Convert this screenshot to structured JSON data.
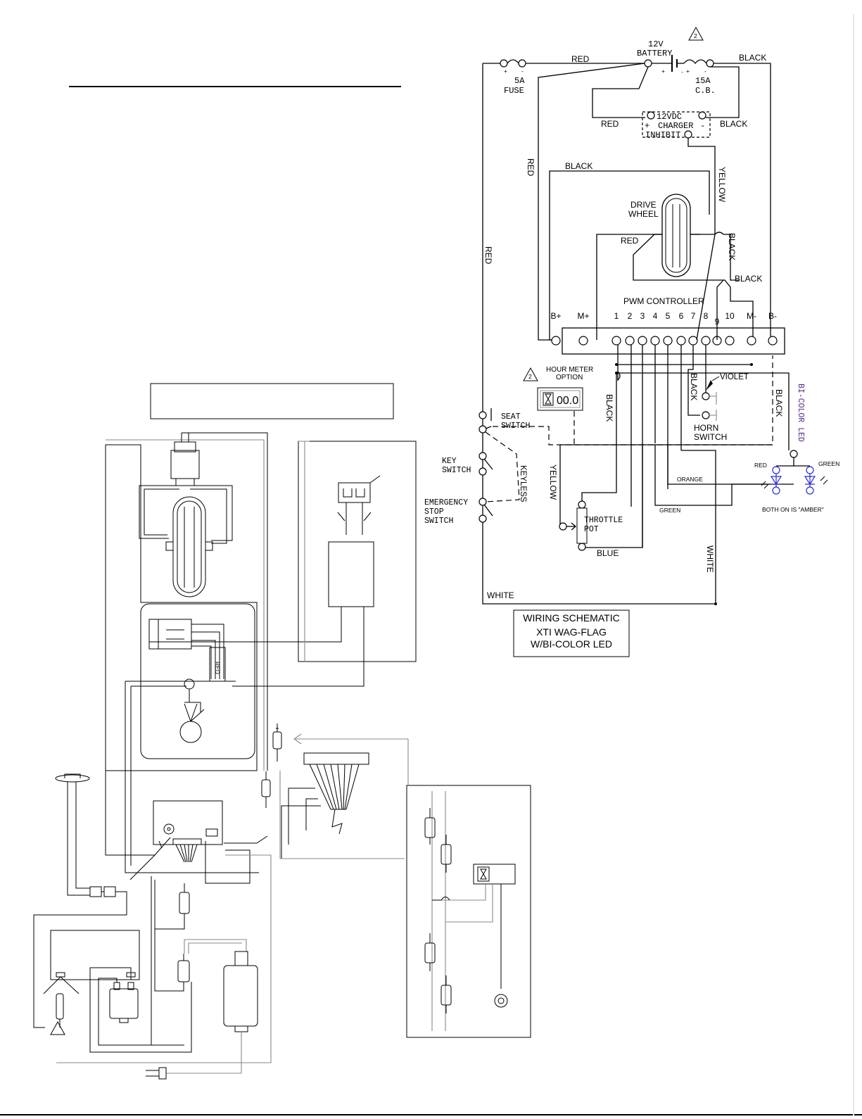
{
  "battery": {
    "voltage": "12V",
    "label": "BATTERY",
    "revision_note": "2"
  },
  "fuse": {
    "rating": "5A",
    "label": "FUSE"
  },
  "breaker": {
    "rating": "15A",
    "label": "C.B."
  },
  "charger": {
    "line1": "12VDC",
    "line2": "CHARGER",
    "line3": "INHIBIT"
  },
  "drive_wheel": {
    "line1": "DRIVE",
    "line2": "WHEEL"
  },
  "controller": {
    "title": "PWM CONTROLLER",
    "terminals": [
      "B+",
      "M+",
      "1",
      "2",
      "3",
      "4",
      "5",
      "6",
      "7",
      "8",
      "9",
      "10",
      "M-",
      "B-"
    ]
  },
  "wire_labels": {
    "red": "RED",
    "black": "BLACK",
    "yellow": "YELLOW",
    "white": "WHITE",
    "blue": "BLUE",
    "orange": "ORANGE",
    "green": "GREEN",
    "violet": "VIOLET"
  },
  "hour_meter": {
    "line1": "HOUR METER",
    "line2": "OPTION",
    "display": "00.0",
    "revision_note": "2"
  },
  "seat_switch": {
    "line1": "SEAT",
    "line2": "SWITCH"
  },
  "key_switch": {
    "line1": "KEY",
    "line2": "SWITCH"
  },
  "keyless": "KEYLESS",
  "estop": {
    "line1": "EMERGENCY",
    "line2": "STOP",
    "line3": "SWITCH"
  },
  "horn_switch": {
    "line1": "HORN",
    "line2": "SWITCH"
  },
  "throttle_pot": {
    "line1": "THROTTLE",
    "line2": "POT"
  },
  "led": {
    "label": "BI-COLOR LED",
    "red": "RED",
    "green": "GREEN",
    "note": "BOTH ON IS \"AMBER\""
  },
  "title_block": {
    "line1": "WIRING SCHEMATIC",
    "line2": "XTI WAG-FLAG",
    "line3": "W/BI-COLOR LED"
  },
  "pictorial": {
    "wire_label_red": "RED"
  },
  "colors": {
    "line": "#000000",
    "grey_line": "#888888",
    "led_blue": "#2a2ad0",
    "led_label": "#5a2a8a"
  }
}
